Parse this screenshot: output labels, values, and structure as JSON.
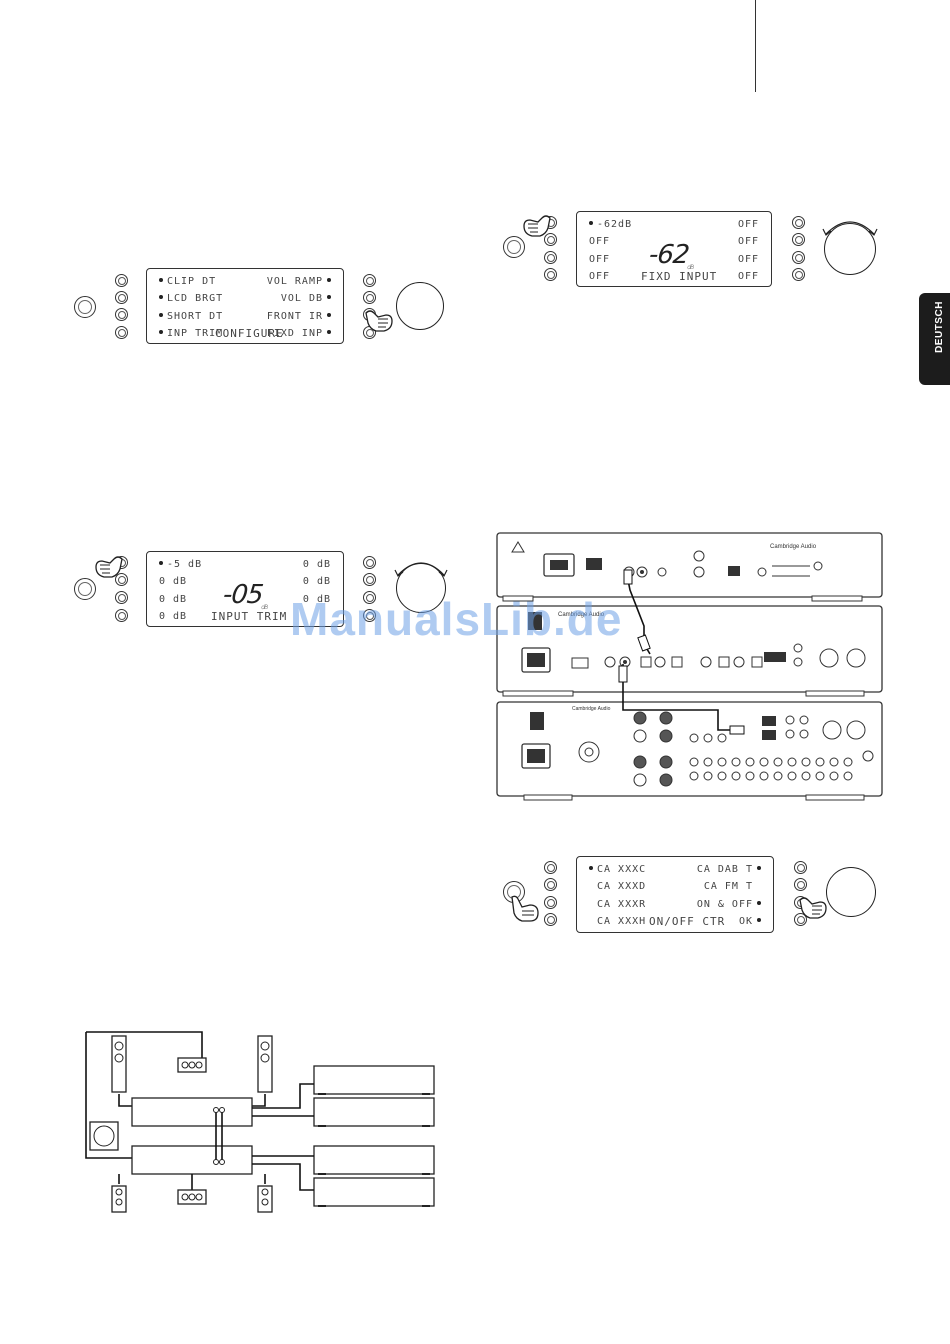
{
  "side_tab": {
    "label": "DEUTSCH"
  },
  "watermark": {
    "text": "ManualsLib.de"
  },
  "display_configure": {
    "rows": [
      {
        "left": "CLIP DT",
        "right": "VOL RAMP"
      },
      {
        "left": "LCD BRGT",
        "right": "VOL DB"
      },
      {
        "left": "SHORT DT",
        "right": "FRONT IR"
      },
      {
        "left": "INP TRIM",
        "right": "FIXD INP"
      }
    ],
    "title": "CONFIGURE"
  },
  "display_fixed_input": {
    "rows": [
      {
        "left": "-62dB",
        "right": "OFF"
      },
      {
        "left": "OFF",
        "right": "OFF"
      },
      {
        "left": "OFF",
        "right": "OFF"
      },
      {
        "left": "OFF",
        "right": "OFF"
      }
    ],
    "big_value": "-62",
    "big_unit": "dB",
    "title": "FIXD INPUT"
  },
  "display_input_trim": {
    "rows": [
      {
        "left": "-5 dB",
        "right": "0 dB"
      },
      {
        "left": "0 dB",
        "right": "0 dB"
      },
      {
        "left": "0 dB",
        "right": "0 dB"
      },
      {
        "left": "0 dB",
        "right": ""
      }
    ],
    "big_value": "-05",
    "big_unit": "dB",
    "title": "INPUT TRIM"
  },
  "display_onoff": {
    "rows": [
      {
        "left": "CA XXXC",
        "right": "CA DAB T"
      },
      {
        "left": "CA XXXD",
        "right": "CA FM T"
      },
      {
        "left": "CA XXXR",
        "right": "ON & OFF"
      },
      {
        "left": "CA XXXH",
        "right": "OK"
      }
    ],
    "title": "ON/OFF CTR"
  },
  "rear_panels": {
    "brand": "Cambridge Audio"
  }
}
